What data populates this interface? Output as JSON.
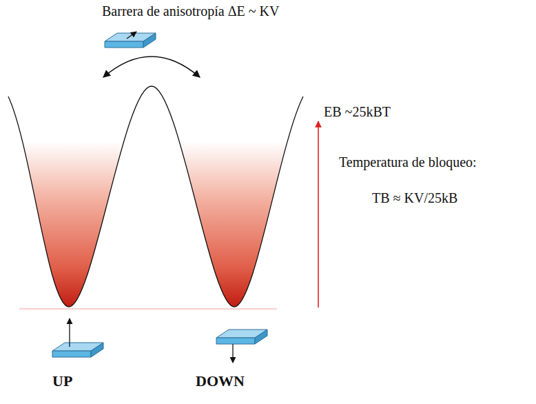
{
  "diagram": {
    "labels": [
      "Barrera de anisotropía ΔE ~ KV",
      "EB ~25kBT",
      "Temperatura de bloqueo:",
      "TB ≈ KV/25kB",
      "UP",
      "DOWN"
    ]
  }
}
